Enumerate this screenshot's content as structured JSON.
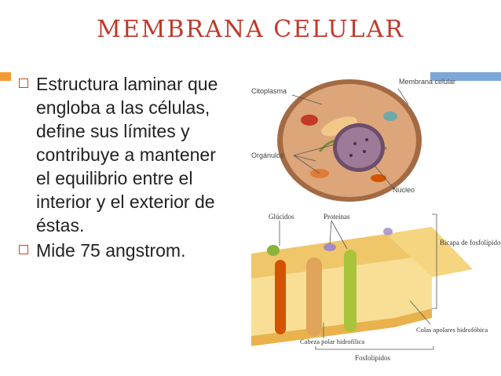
{
  "slide": {
    "title": "MEMBRANA CELULAR",
    "bullets": [
      "Estructura laminar que engloba a las células, define sus límites y contribuye a mantener el equilibrio entre el interior y el exterior de éstas.",
      "Mide 75 angstrom."
    ]
  },
  "figure": {
    "cell_labels": {
      "citoplasma": "Citoplasma",
      "membrana": "Membrana celular",
      "organulos": "Orgánulos",
      "nucleo": "Núcleo"
    },
    "membrane_labels": {
      "glucidos": "Glúcidos",
      "proteinas": "Proteínas",
      "bicapa": "Bicapa de fosfolípidos",
      "cabeza": "Cabeza polar hidrofílica",
      "colas": "Colas apolares hidrofóbica",
      "fosfolipidos": "Fosfolípidos"
    },
    "colors": {
      "title": "#c0392b",
      "accent_orange": "#f29b34",
      "accent_blue": "#7da7d9",
      "cytoplasm": "#d49a6a",
      "nucleus": "#8e6b86"
    }
  }
}
